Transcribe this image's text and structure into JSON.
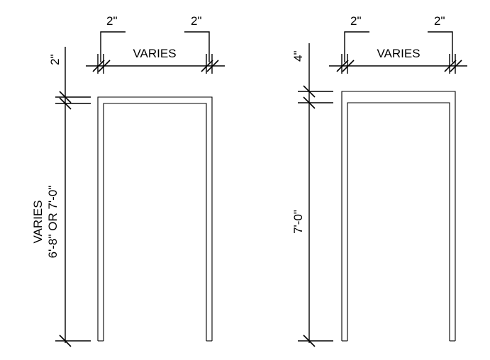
{
  "left_detail": {
    "jamb_left_label": "2\"",
    "jamb_right_label": "2\"",
    "width_label": "VARIES",
    "head_label": "2\"",
    "height_label_line1": "VARIES",
    "height_label_line2": "6'-8\" OR 7'-0\""
  },
  "right_detail": {
    "jamb_left_label": "2\"",
    "jamb_right_label": "2\"",
    "width_label": "VARIES",
    "head_label": "4\"",
    "height_label": "7'-0\""
  },
  "colors": {
    "line": "#000000",
    "background": "#ffffff"
  }
}
